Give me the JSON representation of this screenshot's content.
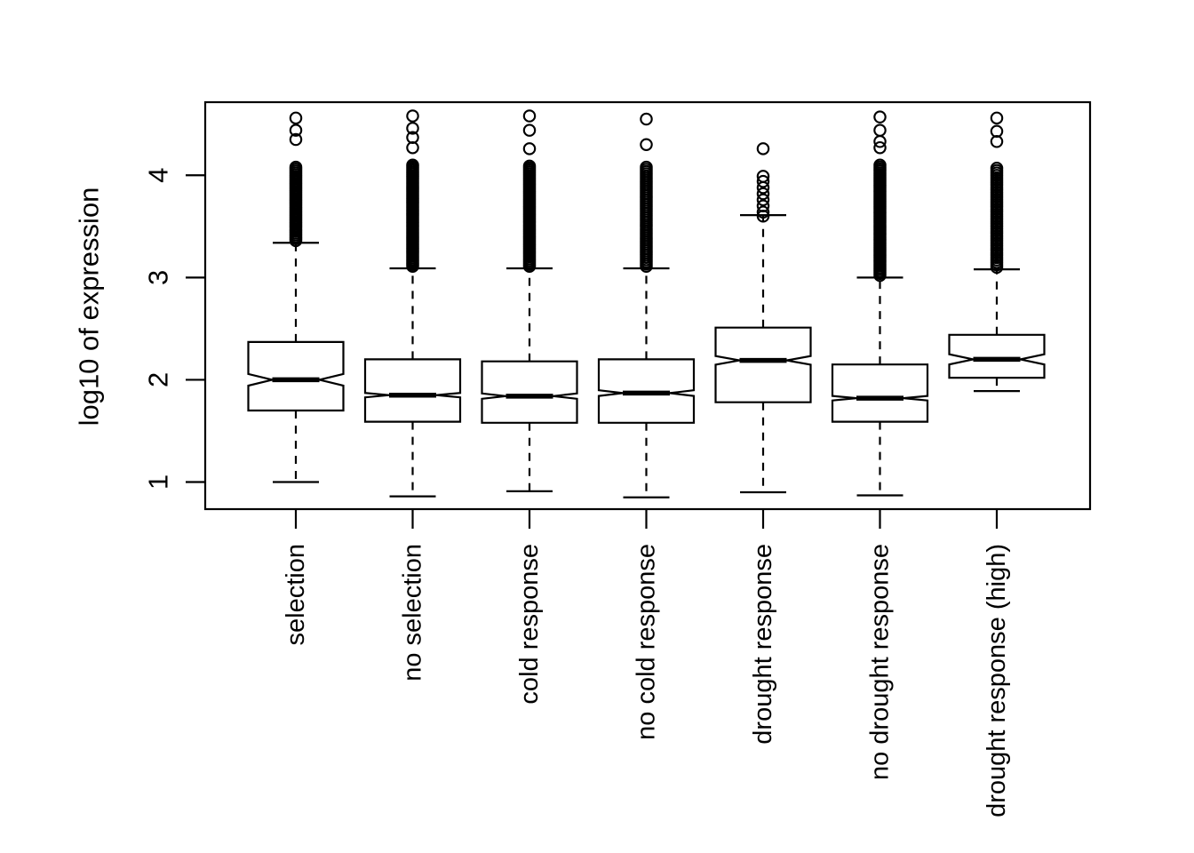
{
  "figure": {
    "background": "#ffffff",
    "stroke_color": "#000000"
  },
  "chart_data": {
    "type": "boxplot",
    "notched": true,
    "orientation": "vertical",
    "title": "",
    "xlabel": "",
    "ylabel": "log10 of expression",
    "ylim": [
      0.74,
      4.72
    ],
    "yticks": [
      "1",
      "2",
      "3",
      "4"
    ],
    "grid": false,
    "legend": null,
    "categories": [
      "selection",
      "no selection",
      "cold response",
      "no cold response",
      "drought response",
      "no drought response",
      "drought response (high)"
    ],
    "boxes": [
      {
        "category": "selection",
        "lower_whisker": 1.0,
        "q1": 1.7,
        "median": 2.0,
        "q3": 2.37,
        "upper_whisker": 3.34,
        "notch_half_height": 0.057,
        "dense_outlier_band": {
          "from": 3.36,
          "to": 4.08,
          "approx_count": 40
        },
        "outliers": [
          4.35,
          4.44,
          4.56
        ]
      },
      {
        "category": "no selection",
        "lower_whisker": 0.86,
        "q1": 1.59,
        "median": 1.85,
        "q3": 2.2,
        "upper_whisker": 3.09,
        "notch_half_height": 0.022,
        "dense_outlier_band": {
          "from": 3.11,
          "to": 4.1,
          "approx_count": 60
        },
        "outliers": [
          4.27,
          4.37,
          4.46,
          4.58
        ]
      },
      {
        "category": "cold response",
        "lower_whisker": 0.91,
        "q1": 1.58,
        "median": 1.84,
        "q3": 2.18,
        "upper_whisker": 3.09,
        "notch_half_height": 0.026,
        "dense_outlier_band": {
          "from": 3.11,
          "to": 4.09,
          "approx_count": 54
        },
        "outliers": [
          4.26,
          4.44,
          4.58
        ]
      },
      {
        "category": "no cold response",
        "lower_whisker": 0.85,
        "q1": 1.58,
        "median": 1.87,
        "q3": 2.2,
        "upper_whisker": 3.09,
        "notch_half_height": 0.028,
        "dense_outlier_band": {
          "from": 3.11,
          "to": 4.08,
          "approx_count": 46
        },
        "outliers": [
          4.3,
          4.55
        ]
      },
      {
        "category": "drought response",
        "lower_whisker": 0.9,
        "q1": 1.78,
        "median": 2.19,
        "q3": 2.51,
        "upper_whisker": 3.61,
        "notch_half_height": 0.042,
        "dense_outlier_band": null,
        "outliers": [
          3.6,
          3.64,
          3.7,
          3.76,
          3.82,
          3.88,
          3.94,
          3.99,
          4.26
        ]
      },
      {
        "category": "no drought response",
        "lower_whisker": 0.87,
        "q1": 1.59,
        "median": 1.82,
        "q3": 2.15,
        "upper_whisker": 3.0,
        "notch_half_height": 0.022,
        "dense_outlier_band": {
          "from": 3.02,
          "to": 4.1,
          "approx_count": 58
        },
        "outliers": [
          4.27,
          4.33,
          4.44,
          4.57
        ]
      },
      {
        "category": "drought response (high)",
        "lower_whisker": 1.89,
        "q1": 2.02,
        "median": 2.2,
        "q3": 2.44,
        "upper_whisker": 3.08,
        "notch_half_height": 0.05,
        "dense_outlier_band": {
          "from": 3.1,
          "to": 4.07,
          "approx_count": 42
        },
        "outliers": [
          4.33,
          4.43,
          4.56
        ]
      }
    ]
  }
}
